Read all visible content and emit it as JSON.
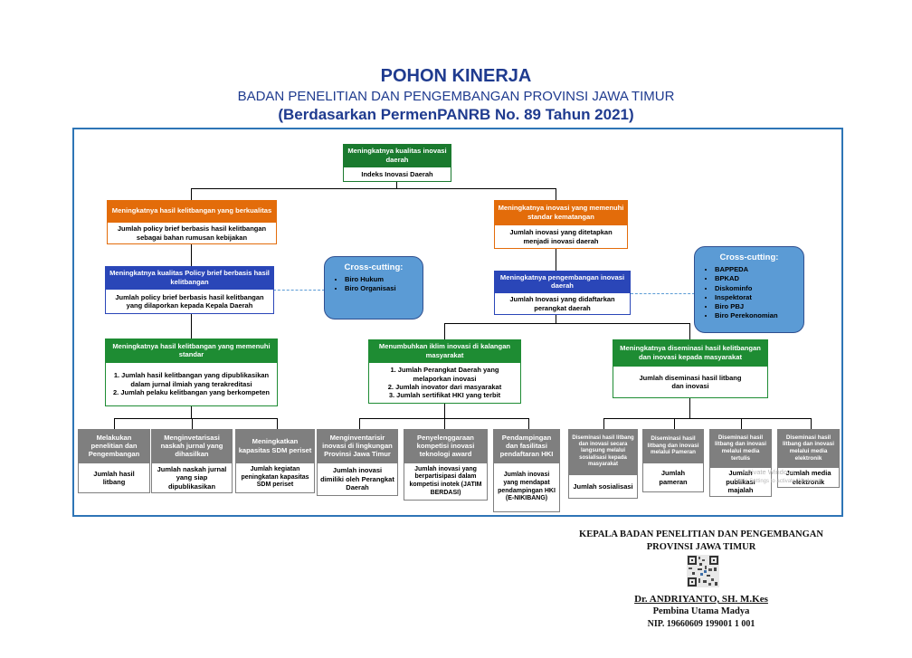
{
  "header": {
    "title": "POHON KINERJA",
    "subtitle": "BADAN PENELITIAN DAN PENGEMBANGAN PROVINSI JAWA TIMUR",
    "basis": "(Berdasarkan PermenPANRB No. 89 Tahun 2021)"
  },
  "root": {
    "goal": "Meningkatnya kualitas inovasi daerah",
    "indicator": "Indeks Inovasi Daerah"
  },
  "left_l1": {
    "goal": "Meningkatnya hasil kelitbangan yang berkualitas",
    "indicator": "Jumlah policy brief berbasis hasil kelitbangan sebagai bahan rumusan kebijakan"
  },
  "right_l1": {
    "goal": "Meningkatnya inovasi  yang memenuhi standar kematangan",
    "indicator": "Jumlah inovasi yang ditetapkan menjadi inovasi daerah"
  },
  "left_l2": {
    "goal": "Meningkatnya kualitas Policy brief berbasis hasil kelitbangan",
    "indicator": "Jumlah policy brief berbasis hasil kelitbangan yang dilaporkan kepada Kepala Daerah"
  },
  "right_l2": {
    "goal": "Meningkatnya pengembangan inovasi daerah",
    "indicator": "Jumlah Inovasi  yang didaftarkan perangkat daerah"
  },
  "cross_left": {
    "title": "Cross-cutting:",
    "items": [
      "Biro Hukum",
      "Biro Organisasi"
    ]
  },
  "cross_right": {
    "title": "Cross-cutting:",
    "items": [
      "BAPPEDA",
      "BPKAD",
      "Diskominfo",
      "Inspektorat",
      "Biro PBJ",
      "Biro Perekonomian"
    ]
  },
  "l3_left": {
    "goal": "Meningkatnya hasil kelitbangan yang memenuhi standar",
    "ind1": "1. Jumlah hasil kelitbangan yang dipublikasikan dalam jurnal ilmiah yang terakreditasi",
    "ind2": "2. Jumlah pelaku kelitbangan yang berkompeten"
  },
  "l3_mid": {
    "goal": "Menumbuhkan iklim inovasi di kalangan masyarakat",
    "ind1": "1. Jumlah Perangkat Daerah yang melaporkan inovasi",
    "ind2": "2. Jumlah inovator dari masyarakat",
    "ind3": "3. Jumlah sertifikat HKI yang terbit"
  },
  "l3_right": {
    "goal": "Meningkatnya diseminasi hasil kelitbangan dan inovasi kepada masyarakat",
    "indicator": "Jumlah diseminasi hasil litbang dan inovasi"
  },
  "leaves": [
    {
      "goal": "Melakukan penelitian dan Pengembangan",
      "indicator": "Jumlah hasil litbang"
    },
    {
      "goal": "Menginvetarisasi naskah jurnal yang dihasilkan",
      "indicator": "Jumlah naskah jurnal yang siap dipublikasikan"
    },
    {
      "goal": "Meningkatkan kapasitas SDM periset",
      "indicator": "Jumlah kegiatan peningkatan kapasitas SDM periset"
    },
    {
      "goal": "Menginventarisir inovasi di lingkungan Provinsi Jawa Timur",
      "indicator": "Jumlah inovasi dimiliki oleh Perangkat Daerah"
    },
    {
      "goal": "Penyelenggaraan kompetisi inovasi teknologi  award",
      "indicator": "Jumlah inovasi yang berpartisipasi dalam kompetisi inotek (JATIM BERDASI)"
    },
    {
      "goal": "Pendampingan dan fasilitasi pendaftaran HKI",
      "indicator": "Jumlah inovasi yang mendapat pendampingan HKI (E-NIKIBANG)"
    },
    {
      "goal": "Diseminasi hasil litbang dan inovasi secara langsung melalui sosialisasi kepada masyarakat",
      "indicator": "Jumlah sosialisasi"
    },
    {
      "goal": "Diseminasi hasil litbang dan inovasi melalui Pameran",
      "indicator": "Jumlah pameran"
    },
    {
      "goal": "Diseminasi hasil litbang dan inovasi melalui media tertulis",
      "indicator": "Jumlah publikasi majalah"
    },
    {
      "goal": "Diseminasi hasil litbang dan inovasi melalui media elektronik",
      "indicator": "Jumlah media elektronik"
    }
  ],
  "watermark": {
    "line1": "Activate Windows",
    "line2": "Go to Settings to activate Windows."
  },
  "signature": {
    "position_line1": "KEPALA BADAN PENELITIAN DAN PENGEMBANGAN",
    "position_line2": "PROVINSI JAWA TIMUR",
    "name": "Dr. ANDRIYANTO, SH. M.Kes",
    "rank": "Pembina Utama Madya",
    "nip": "NIP. 19660609 199001 1 001"
  },
  "colors": {
    "green": "#1e8c33",
    "orange": "#e36c0a",
    "blue": "#2a46b8",
    "gray": "#7f7f7f",
    "crosscut": "#5b9bd5",
    "frame": "#2e75b6",
    "title": "#1f3b8f"
  }
}
